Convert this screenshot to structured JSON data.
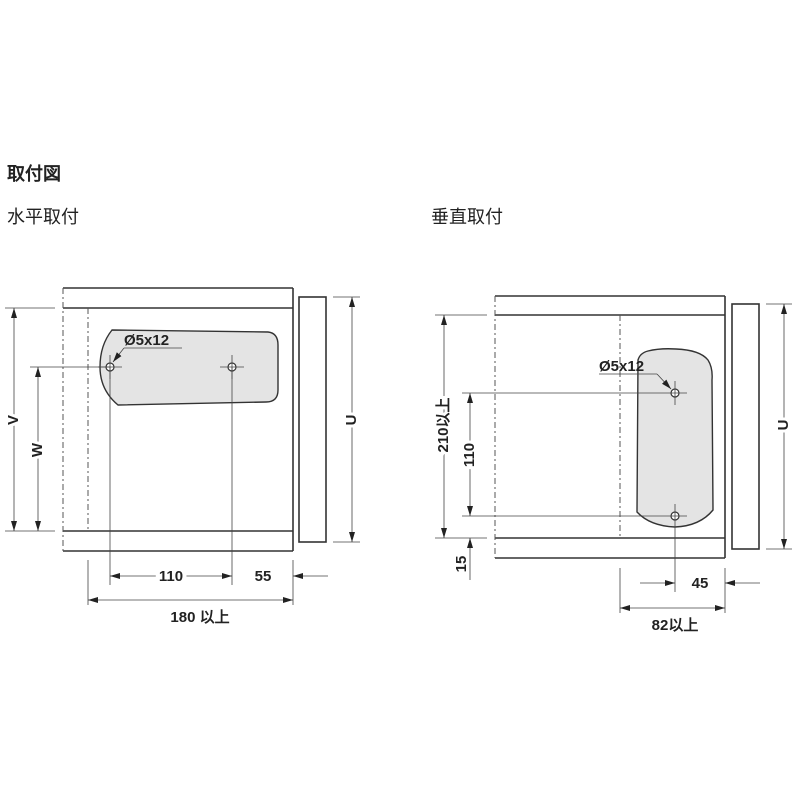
{
  "title": "取付図",
  "horizontal": {
    "heading": "水平取付",
    "hole_label": "Ø5x12",
    "dim_v": "V",
    "dim_w": "W",
    "dim_u": "U",
    "dim_hole_spacing": "110",
    "dim_edge": "55",
    "dim_min_width": "180 以上"
  },
  "vertical": {
    "heading": "垂直取付",
    "hole_label": "Ø5x12",
    "dim_min_height": "210以上",
    "dim_hole_spacing": "110",
    "dim_bottom": "15",
    "dim_u": "U",
    "dim_edge": "45",
    "dim_min_width": "82以上"
  }
}
